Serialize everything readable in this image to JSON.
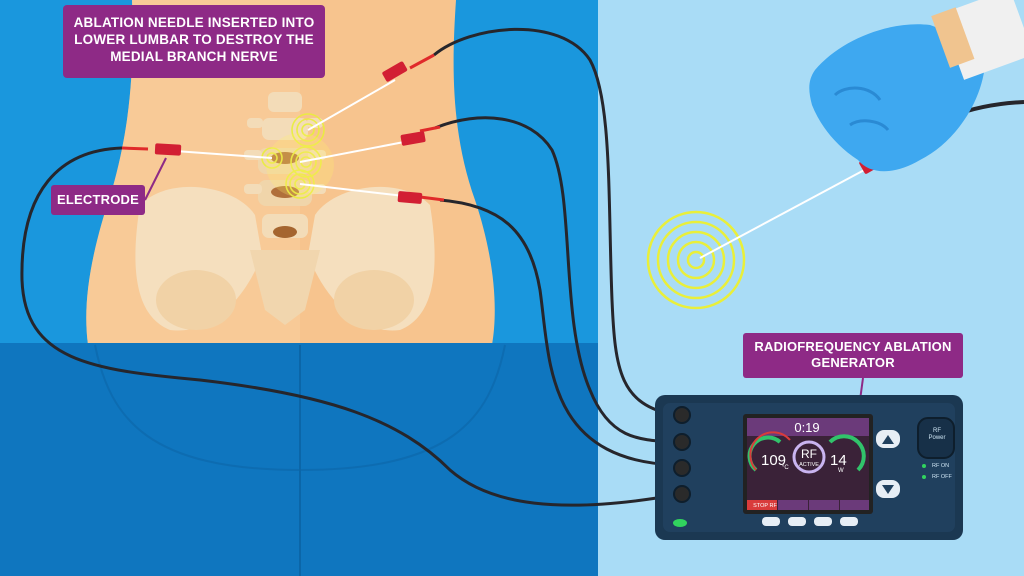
{
  "callouts": {
    "needle": "ABLATION NEEDLE INSERTED INTO LOWER LUMBAR TO DESTROY THE MEDIAL BRANCH NERVE",
    "electrode": "ELECTRODE",
    "generator": "RADIOFREQUENCY ABLATION GENERATOR"
  },
  "generator_screen": {
    "timer": "0:19",
    "temperature": "109",
    "temperature_unit": "°C",
    "power": "14",
    "power_unit": "W",
    "rf_label": "RF",
    "rf_status": "ACTIVE",
    "stop_button": "STOP RF"
  },
  "generator_controls": {
    "power_button": "RF Power",
    "rf_on": "RF ON",
    "rf_off": "RF OFF"
  },
  "colors": {
    "background_left": "#1a97dd",
    "background_right": "#a9dcf6",
    "callout": "#8e2a86",
    "skin": "#f7c48e",
    "signal": "#e9ef3a",
    "device": "#1b3852",
    "screen": "#3a2238"
  }
}
